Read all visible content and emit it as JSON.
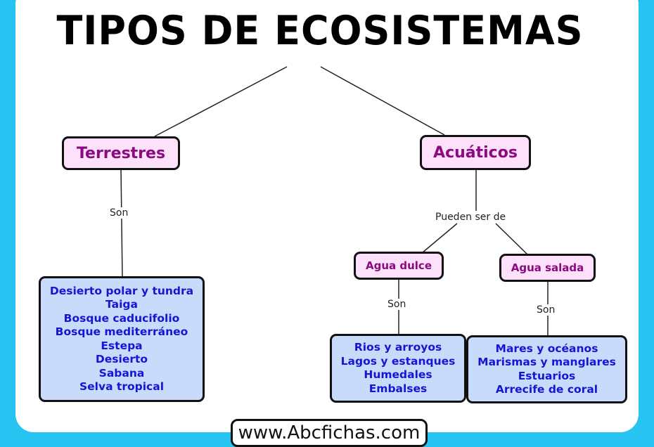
{
  "title": "TIPOS DE ECOSISTEMAS",
  "nodes": {
    "terrestres": "Terrestres",
    "acuaticos": "Acuáticos",
    "agua_dulce": "Agua dulce",
    "agua_salada": "Agua salada"
  },
  "links": {
    "terrestres_son": "Son",
    "acuaticos_pueden": "Pueden ser de",
    "dulce_son": "Son",
    "salada_son": "Son"
  },
  "lists": {
    "terrestres": [
      "Desierto polar y tundra",
      "Taiga",
      "Bosque caducifolio",
      "Bosque mediterráneo",
      "Estepa",
      "Desierto",
      "Sabana",
      "Selva tropical"
    ],
    "agua_dulce": [
      "Rios y arroyos",
      "Lagos y estanques",
      "Humedales",
      "Embalses"
    ],
    "agua_salada": [
      "Mares y océanos",
      "Marismas y manglares",
      "Estuarios",
      "Arrecife de coral"
    ]
  },
  "footer": "www.Abcfichas.com",
  "colors": {
    "background": "#27c4f2",
    "node_fill": "#fde1fb",
    "node_text": "#8b0a7f",
    "list_fill": "#c9dbfa",
    "list_text": "#1515d6"
  }
}
